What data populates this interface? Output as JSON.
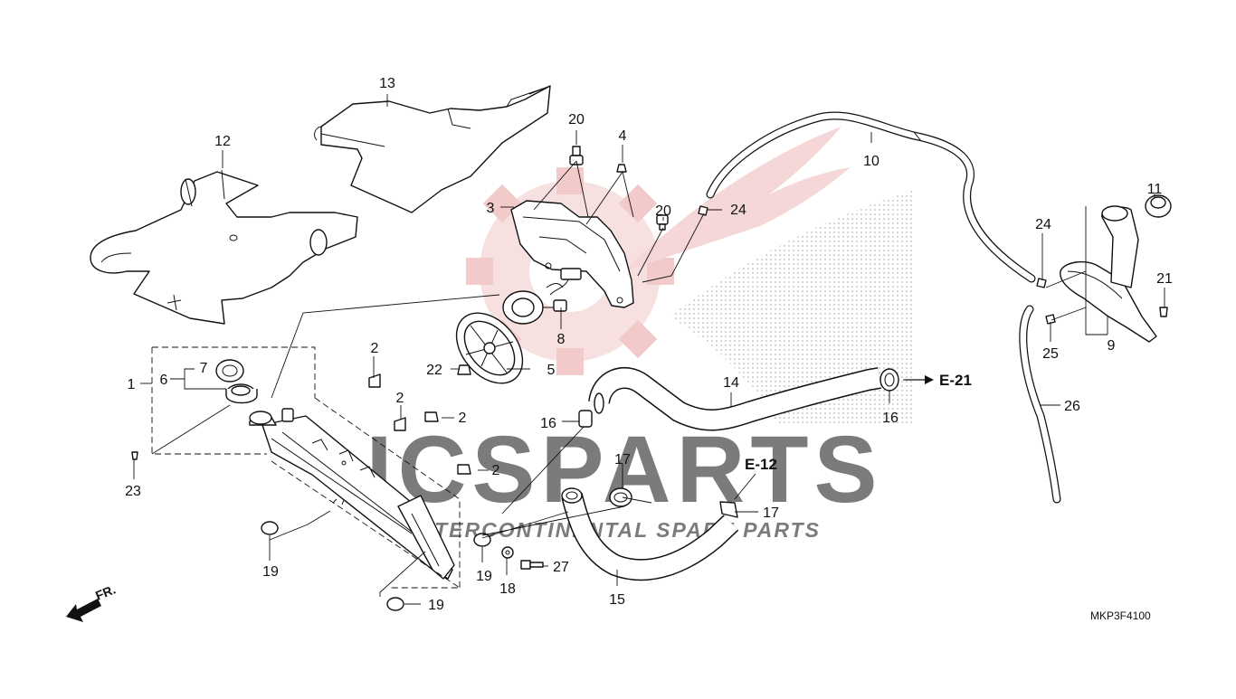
{
  "diagram": {
    "diagram_code": "MKP3F4100",
    "front_indicator": "FR.",
    "references": [
      "E-21",
      "E-12"
    ],
    "watermark": {
      "brand": "ICSPARTS",
      "tagline": "INTERCONTINENTAL SPARE PARTS"
    },
    "callouts": [
      {
        "id": "c1",
        "text": "1"
      },
      {
        "id": "c2a",
        "text": "2"
      },
      {
        "id": "c2b",
        "text": "2"
      },
      {
        "id": "c2c",
        "text": "2"
      },
      {
        "id": "c2d",
        "text": "2"
      },
      {
        "id": "c3",
        "text": "3"
      },
      {
        "id": "c4",
        "text": "4"
      },
      {
        "id": "c5",
        "text": "5"
      },
      {
        "id": "c6",
        "text": "6"
      },
      {
        "id": "c7",
        "text": "7"
      },
      {
        "id": "c8",
        "text": "8"
      },
      {
        "id": "c9",
        "text": "9"
      },
      {
        "id": "c10",
        "text": "10"
      },
      {
        "id": "c11",
        "text": "11"
      },
      {
        "id": "c12",
        "text": "12"
      },
      {
        "id": "c13",
        "text": "13"
      },
      {
        "id": "c14",
        "text": "14"
      },
      {
        "id": "c15",
        "text": "15"
      },
      {
        "id": "c16a",
        "text": "16"
      },
      {
        "id": "c16b",
        "text": "16"
      },
      {
        "id": "c17a",
        "text": "17"
      },
      {
        "id": "c17b",
        "text": "17"
      },
      {
        "id": "c18",
        "text": "18"
      },
      {
        "id": "c19a",
        "text": "19"
      },
      {
        "id": "c19b",
        "text": "19"
      },
      {
        "id": "c19c",
        "text": "19"
      },
      {
        "id": "c20a",
        "text": "20"
      },
      {
        "id": "c20b",
        "text": "20"
      },
      {
        "id": "c21",
        "text": "21"
      },
      {
        "id": "c22",
        "text": "22"
      },
      {
        "id": "c23",
        "text": "23"
      },
      {
        "id": "c24a",
        "text": "24"
      },
      {
        "id": "c24b",
        "text": "24"
      },
      {
        "id": "c25",
        "text": "25"
      },
      {
        "id": "c26",
        "text": "26"
      },
      {
        "id": "c27",
        "text": "27"
      }
    ]
  }
}
